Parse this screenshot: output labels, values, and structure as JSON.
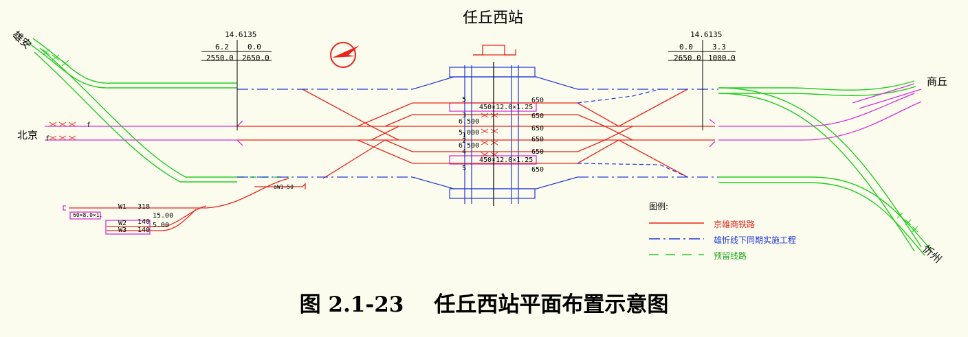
{
  "station_name": "任丘西站",
  "directions": {
    "xiongan": "雄安",
    "beijing": "北京",
    "shangqiu": "商丘",
    "linzhou": "忻州"
  },
  "profile_left": {
    "chainage": "14.6135",
    "grade_left": "6.2",
    "grade_right": "0.0",
    "len_left": "2550.0",
    "len_right": "2650.0"
  },
  "profile_right": {
    "chainage": "14.6135",
    "grade_left": "0.0",
    "grade_right": "3.3",
    "len_left": "2650.0",
    "len_right": "1000.0"
  },
  "platforms": {
    "upper": "450×12.0×1.25",
    "lower": "450×12.0×1.25"
  },
  "track_numbers": [
    "5",
    "3",
    "1",
    "2",
    "4",
    "5"
  ],
  "track_spacing": [
    "6.500",
    "5.000",
    "6.500"
  ],
  "useful_lengths": [
    "650",
    "650",
    "650",
    "650",
    "650",
    "650"
  ],
  "track_marks": {
    "f": "f"
  },
  "siding_labels": {
    "w1": "W1",
    "w1_len": "318",
    "w2": "W2",
    "w2_len": "140",
    "w3": "W3",
    "w3_len": "140",
    "spacing_a": "15.00",
    "spacing_b": "5.00",
    "box": "60×8.0×1.",
    "aw": "aW1—50"
  },
  "legend": {
    "title": "图例:",
    "items": [
      {
        "label": "京雄商铁路",
        "color": "#e8241c"
      },
      {
        "label": "雄忻线下同期实施工程",
        "color": "#2236d8"
      },
      {
        "label": "预留线路",
        "color": "#22cc22"
      }
    ]
  },
  "caption": {
    "number": "图 2.1-23",
    "title": "任丘西站平面布置示意图"
  },
  "colors": {
    "red": "#e8241c",
    "blue": "#2236d8",
    "green": "#22cc22",
    "magenta": "#d630d6"
  }
}
